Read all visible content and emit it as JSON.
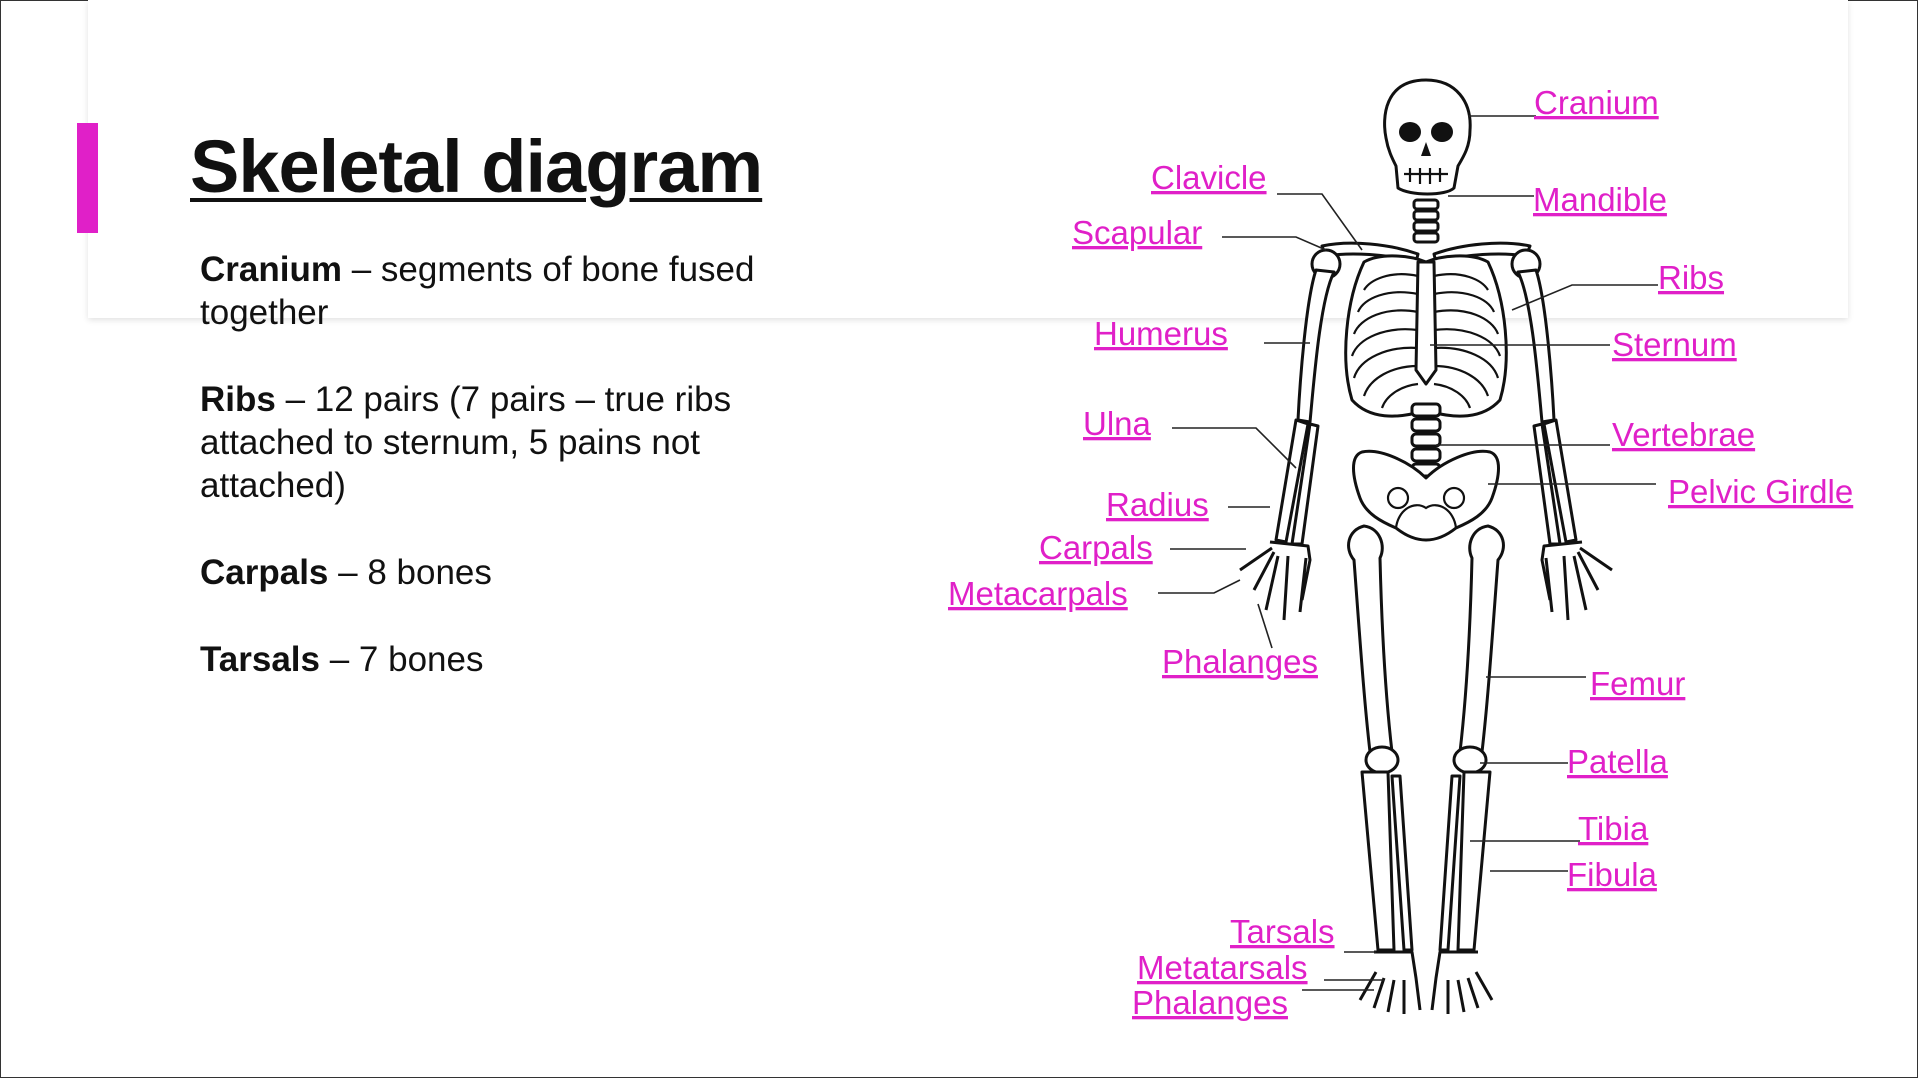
{
  "slide": {
    "title": "Skeletal diagram",
    "accent_color": "#e020c8",
    "label_color": "#e020c8"
  },
  "definitions": [
    {
      "term": "Cranium",
      "text": " – segments of bone fused together"
    },
    {
      "term": "Ribs",
      "text": " – 12 pairs (7 pairs – true ribs attached to sternum, 5 pains not attached)"
    },
    {
      "term": "Carpals",
      "text": " – 8 bones"
    },
    {
      "term": "Tarsals",
      "text": " – 7 bones"
    }
  ],
  "diagram_labels": {
    "cranium": "Cranium",
    "clavicle": "Clavicle",
    "mandible": "Mandible",
    "scapular": "Scapular",
    "ribs": "Ribs",
    "humerus": "Humerus",
    "sternum": "Sternum",
    "ulna": "Ulna",
    "vertebrae": "Vertebrae",
    "radius": "Radius",
    "pelvic_girdle": "Pelvic Girdle",
    "carpals": "Carpals",
    "metacarpals": "Metacarpals",
    "phalanges_hand": "Phalanges",
    "femur": "Femur",
    "patella": "Patella",
    "tibia": "Tibia",
    "fibula": "Fibula",
    "tarsals": "Tarsals",
    "metatarsals": "Metatarsals",
    "phalanges_foot": "Phalanges"
  }
}
